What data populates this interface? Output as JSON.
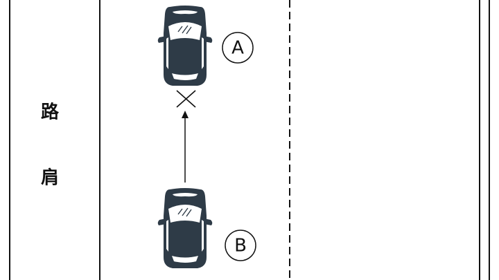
{
  "shoulder": {
    "char_1": "路",
    "char_2": "肩"
  },
  "cars": [
    {
      "label": "A",
      "icon": "car-top-view-icon"
    },
    {
      "label": "B",
      "icon": "car-top-view-icon"
    }
  ],
  "markers": {
    "stop_mark": "x-mark-icon",
    "direction": "arrow-up-icon"
  },
  "colors": {
    "car_body": "#2e3b47",
    "car_window": "#ffffff",
    "line": "#111111"
  }
}
